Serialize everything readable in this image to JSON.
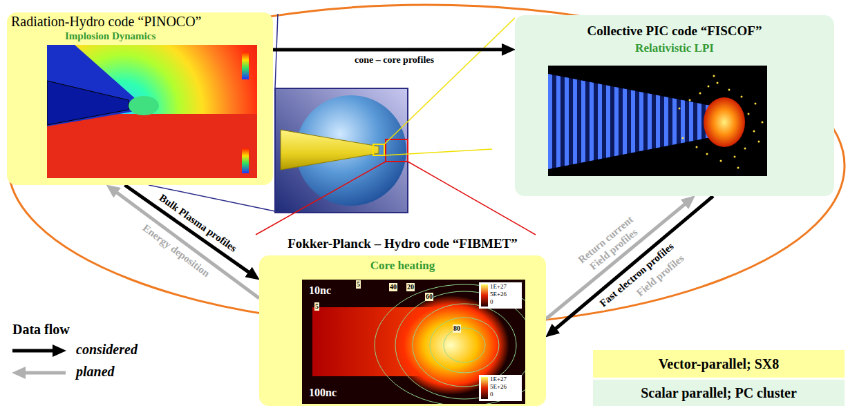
{
  "diagram": {
    "nodes": [
      {
        "text": [
          "Radiation-Hydro code “PINOCO”",
          "Implosion Dynamics"
        ]
      },
      {
        "text": [
          "Collective PIC code “FISCOF”",
          "Relativistic LPI"
        ]
      },
      {
        "text": [
          "Fokker-Planck – Hydro code “FIBMET”",
          "Core heating"
        ]
      }
    ],
    "edges": [
      {
        "from": 0,
        "to": 1,
        "arrow": "to",
        "label": "cone – core profiles"
      },
      {
        "from": 0,
        "to": 2,
        "arrow": "to",
        "label": "Bulk Plasma profiles"
      },
      {
        "from": 2,
        "to": 0,
        "arrow": "to",
        "label": "Energy deposition"
      },
      {
        "from": 2,
        "to": 1,
        "arrow": "to",
        "label": "Return current Field profiles"
      },
      {
        "from": 1,
        "to": 2,
        "arrow": "to",
        "label": "Fast electron profiles"
      }
    ],
    "labels": [
      "Data flow",
      "Field profiles",
      "10nc",
      "1E+27",
      "5E+26",
      "0",
      "5",
      "40",
      "20",
      "60",
      "80",
      "5",
      "100nc",
      "1E+27",
      "5E+26",
      "0"
    ],
    "legend": [
      {
        "text": "considered"
      },
      {
        "text": "planed"
      },
      {
        "text": "Vector-parallel; SX8",
        "color": "#ffffa0"
      },
      {
        "text": "Scalar parallel; PC cluster",
        "color": "#e4f7e6"
      }
    ]
  }
}
